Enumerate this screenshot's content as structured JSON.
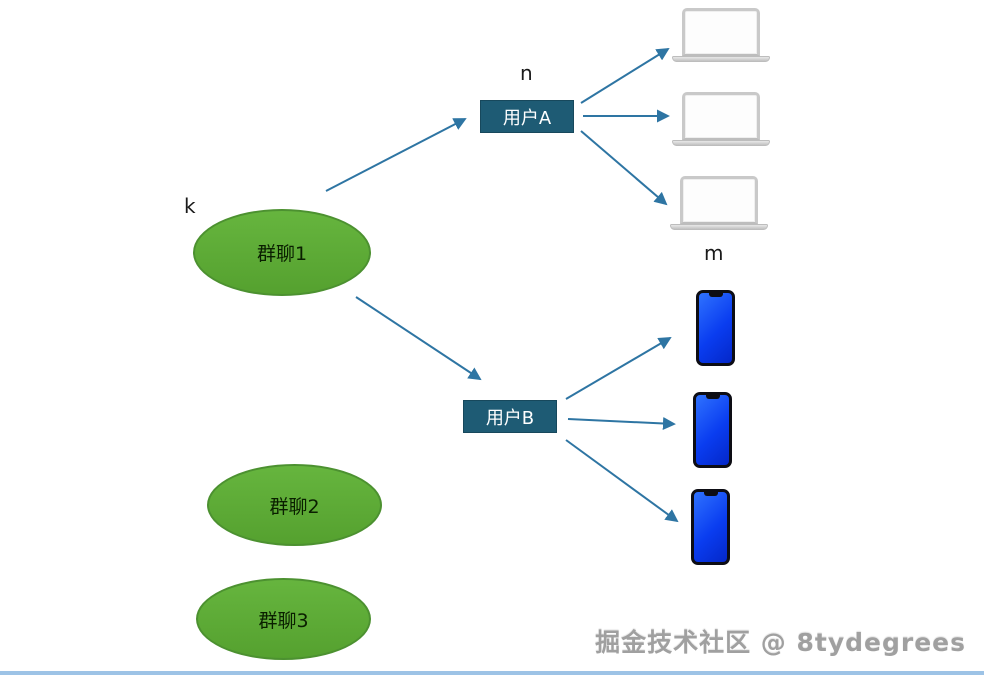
{
  "diagram": {
    "nodes": {
      "group1": {
        "label": "群聊1",
        "type": "ellipse"
      },
      "group2": {
        "label": "群聊2",
        "type": "ellipse"
      },
      "group3": {
        "label": "群聊3",
        "type": "ellipse"
      },
      "userA": {
        "label": "用户A",
        "type": "rect"
      },
      "userB": {
        "label": "用户B",
        "type": "rect"
      }
    },
    "annotations": {
      "k": "k",
      "n": "n",
      "m": "m"
    },
    "devices": {
      "laptops_count": 3,
      "phones_count": 3
    },
    "edges": [
      {
        "from": "group1",
        "to": "userA"
      },
      {
        "from": "group1",
        "to": "userB"
      },
      {
        "from": "userA",
        "to": "laptop-1"
      },
      {
        "from": "userA",
        "to": "laptop-2"
      },
      {
        "from": "userA",
        "to": "laptop-3"
      },
      {
        "from": "userB",
        "to": "phone-1"
      },
      {
        "from": "userB",
        "to": "phone-2"
      },
      {
        "from": "userB",
        "to": "phone-3"
      }
    ],
    "colors": {
      "ellipse_fill": "#5aab34",
      "ellipse_border": "#4c9130",
      "rect_fill": "#1e5b74",
      "arrow": "#2e75a3",
      "phone_screen": "#0a3df0",
      "bottom_rule": "#9dc3e6"
    }
  },
  "watermark": {
    "text": "掘金技术社区 @ 8tydegrees"
  }
}
